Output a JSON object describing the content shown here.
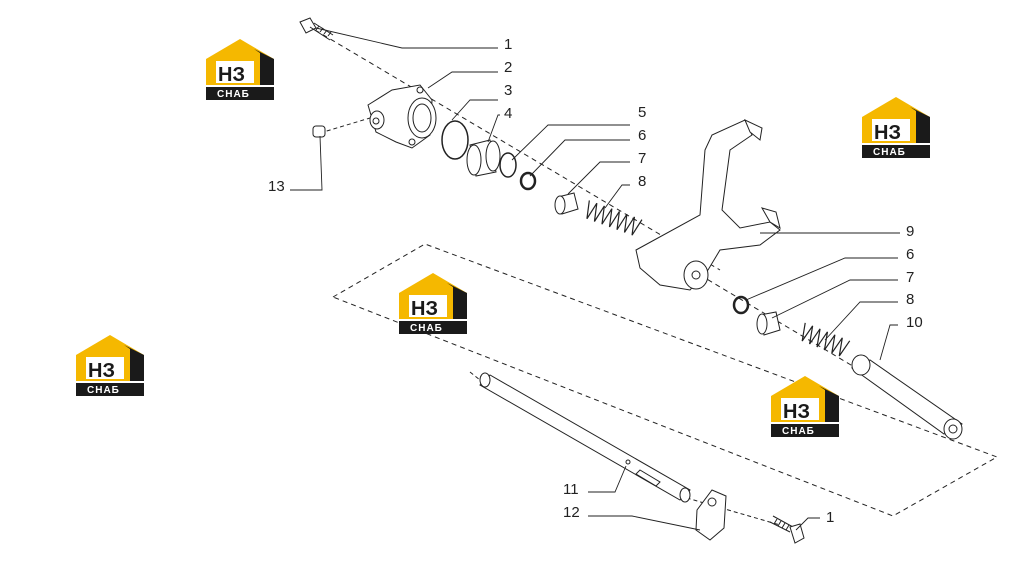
{
  "callouts": [
    {
      "id": "c1a",
      "label": "1"
    },
    {
      "id": "c2",
      "label": "2"
    },
    {
      "id": "c3",
      "label": "3"
    },
    {
      "id": "c4",
      "label": "4"
    },
    {
      "id": "c5",
      "label": "5"
    },
    {
      "id": "c6a",
      "label": "6"
    },
    {
      "id": "c7a",
      "label": "7"
    },
    {
      "id": "c8a",
      "label": "8"
    },
    {
      "id": "c13",
      "label": "13"
    },
    {
      "id": "c9",
      "label": "9"
    },
    {
      "id": "c6b",
      "label": "6"
    },
    {
      "id": "c7b",
      "label": "7"
    },
    {
      "id": "c8b",
      "label": "8"
    },
    {
      "id": "c10",
      "label": "10"
    },
    {
      "id": "c11",
      "label": "11"
    },
    {
      "id": "c12",
      "label": "12"
    },
    {
      "id": "c1b",
      "label": "1"
    }
  ],
  "watermark": {
    "main": "НЗ",
    "sub": "СНАБ",
    "colors": {
      "yellow": "#f5b800",
      "dark": "#1a1a1a"
    }
  },
  "colors": {
    "line": "#222222",
    "part_fill": "#ffffff"
  }
}
